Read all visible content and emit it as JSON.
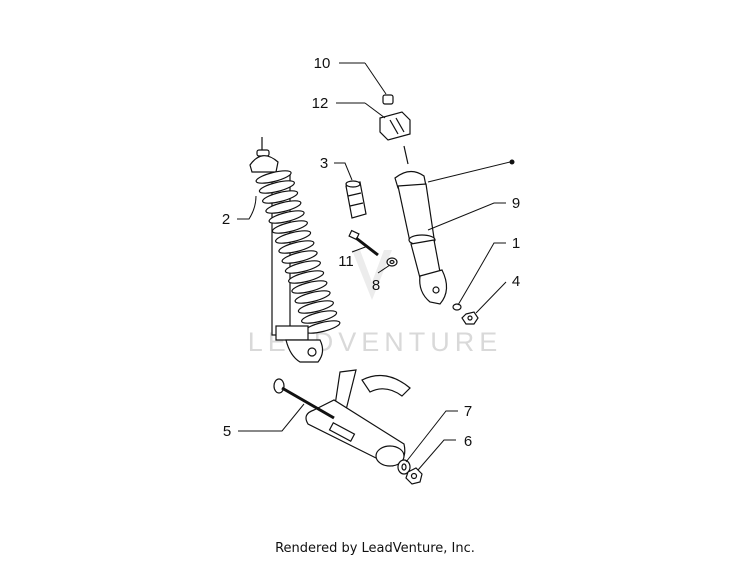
{
  "watermark": {
    "text": "LEADVENTURE"
  },
  "callouts": [
    {
      "id": "10",
      "label": "10"
    },
    {
      "id": "12",
      "label": "12"
    },
    {
      "id": "3",
      "label": "3"
    },
    {
      "id": "2",
      "label": "2"
    },
    {
      "id": "9",
      "label": "9"
    },
    {
      "id": "1",
      "label": "1"
    },
    {
      "id": "11",
      "label": "11"
    },
    {
      "id": "8",
      "label": "8"
    },
    {
      "id": "4",
      "label": "4"
    },
    {
      "id": "5",
      "label": "5"
    },
    {
      "id": "7",
      "label": "7"
    },
    {
      "id": "6",
      "label": "6"
    }
  ],
  "footer": {
    "text": "Rendered by LeadVenture, Inc."
  }
}
